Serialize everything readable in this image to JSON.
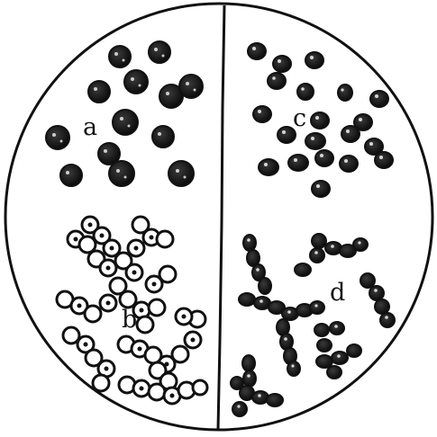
{
  "figure": {
    "ink_color": "#111111",
    "paper_color": "#ffffff",
    "labels": {
      "a": "a",
      "b": "b",
      "c": "c",
      "d": "d"
    }
  }
}
